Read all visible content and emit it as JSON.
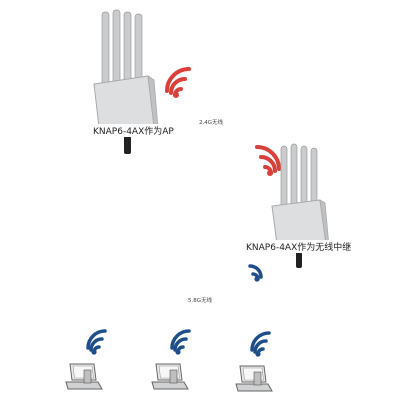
{
  "devices": {
    "ap": {
      "caption": "KNAP6-4AX作为AP",
      "icon": "outdoor-ap-4-antenna"
    },
    "repeater": {
      "caption": "KNAP6-4AX作为无线中继",
      "icon": "outdoor-ap-4-antenna"
    }
  },
  "links": {
    "band_24": "2.4G无线",
    "band_5": "5.8G无线"
  },
  "clients": [
    {
      "icon": "laptop-wifi"
    },
    {
      "icon": "laptop-wifi"
    },
    {
      "icon": "laptop-wifi"
    }
  ],
  "colors": {
    "wifi_red": "#d9403a",
    "wifi_blue": "#1f4f8a",
    "device_gray": "#d9dbdc"
  }
}
